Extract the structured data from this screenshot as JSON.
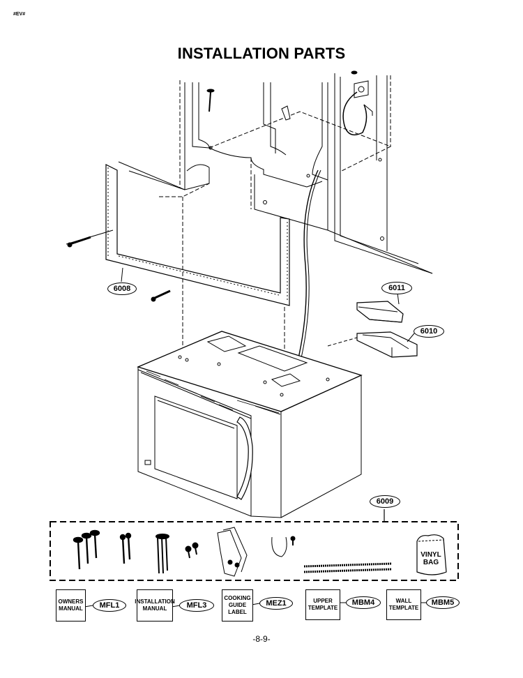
{
  "header": {
    "code": "#EV#",
    "title": "INSTALLATION PARTS"
  },
  "callouts": {
    "p6008": "6008",
    "p6011": "6011",
    "p6010": "6010",
    "p6009": "6009"
  },
  "vinyl_bag": "VINYL\nBAG",
  "parts": [
    {
      "label": "OWNERS\nMANUAL",
      "code": "MFL1"
    },
    {
      "label": "INSTALLATION\nMANUAL",
      "code": "MFL3"
    },
    {
      "label": "COOKING\nGUIDE\nLABEL",
      "code": "MEZ1"
    },
    {
      "label": "UPPER\nTEMPLATE",
      "code": "MBM4"
    },
    {
      "label": "WALL\nTEMPLATE",
      "code": "MBM5"
    }
  ],
  "footer": {
    "page": "-8-9-"
  }
}
